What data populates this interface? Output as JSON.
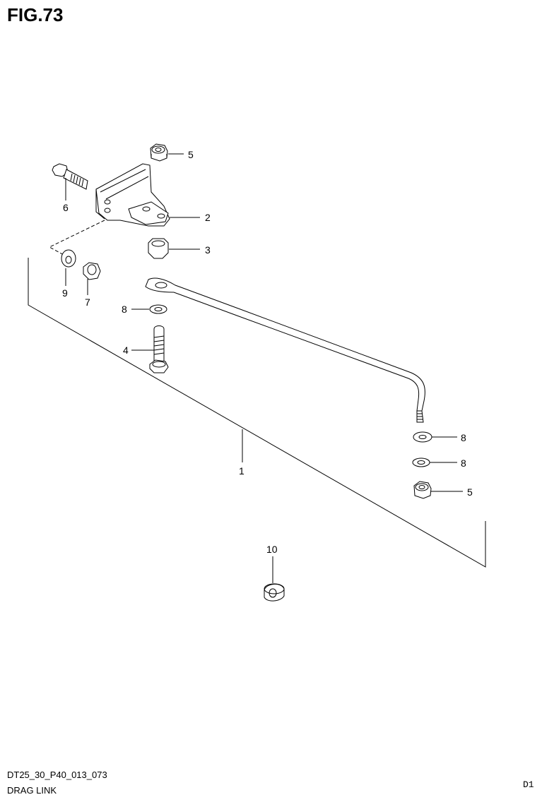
{
  "header": {
    "title": "FIG.73"
  },
  "callouts": {
    "c1": "1",
    "c2": "2",
    "c3": "3",
    "c4": "4",
    "c5_top": "5",
    "c5_bottom": "5",
    "c6": "6",
    "c7": "7",
    "c8_left": "8",
    "c8_right_a": "8",
    "c8_right_b": "8",
    "c9": "9",
    "c10": "10"
  },
  "footer": {
    "code": "DT25_30_P40_013_073",
    "name": "DRAG LINK",
    "page_mark": "D1"
  }
}
